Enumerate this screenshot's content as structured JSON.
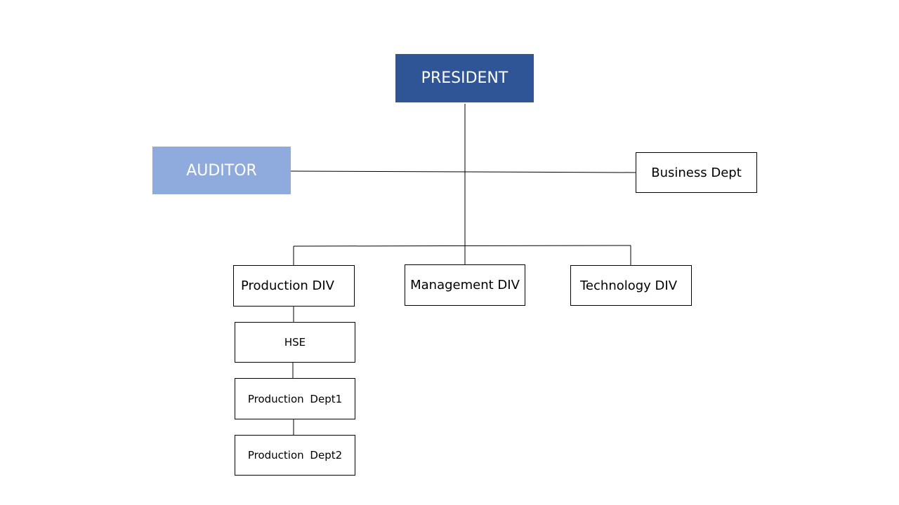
{
  "org_chart": {
    "nodes": {
      "president": {
        "label": "PRESIDENT",
        "fill": "#2F5597",
        "text_color": "#FFFFFF"
      },
      "auditor": {
        "label": "AUDITOR",
        "fill": "#8FAADC",
        "text_color": "#FFFFFF"
      },
      "business_dept": {
        "label": "Business Dept"
      },
      "production_div": {
        "label": "Production DIV"
      },
      "management_div": {
        "label": "Management DIV"
      },
      "technology_div": {
        "label": "Technology DIV"
      },
      "hse": {
        "label": "HSE"
      },
      "production_dept1": {
        "label": "Production  Dept1"
      },
      "production_dept2": {
        "label": "Production  Dept2"
      }
    },
    "edges": [
      {
        "from": "PRESIDENT",
        "to": "AUDITOR"
      },
      {
        "from": "PRESIDENT",
        "to": "Business Dept"
      },
      {
        "from": "PRESIDENT",
        "to": "Production DIV"
      },
      {
        "from": "PRESIDENT",
        "to": "Management DIV"
      },
      {
        "from": "PRESIDENT",
        "to": "Technology DIV"
      },
      {
        "from": "Production DIV",
        "to": "HSE"
      },
      {
        "from": "HSE",
        "to": "Production  Dept1"
      },
      {
        "from": "Production  Dept1",
        "to": "Production  Dept2"
      }
    ]
  }
}
